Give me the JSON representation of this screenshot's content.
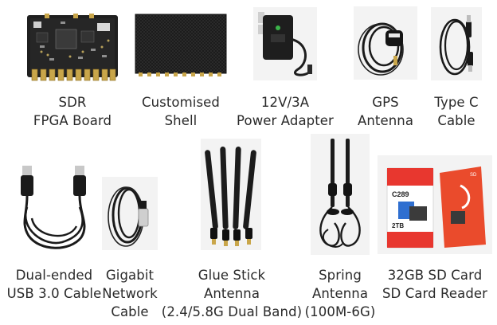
{
  "items": [
    {
      "id": "fpga-board",
      "icon": "circuit-board-icon",
      "lines": [
        "SDR",
        "FPGA Board"
      ]
    },
    {
      "id": "shell",
      "icon": "enclosure-shell-icon",
      "lines": [
        "Customised",
        "Shell"
      ]
    },
    {
      "id": "power-adapter",
      "icon": "power-adapter-icon",
      "lines": [
        "12V/3A",
        "Power Adapter"
      ]
    },
    {
      "id": "gps-antenna",
      "icon": "gps-antenna-icon",
      "lines": [
        "GPS",
        "Antenna"
      ]
    },
    {
      "id": "type-c-cable",
      "icon": "usb-cable-icon",
      "lines": [
        "Type C",
        "Cable"
      ]
    },
    {
      "id": "usb3-cable",
      "icon": "usb-cable-icon",
      "lines": [
        "Dual-ended",
        "USB 3.0 Cable"
      ]
    },
    {
      "id": "network-cable",
      "icon": "network-cable-icon",
      "lines": [
        "Gigabit",
        "Network",
        "Cable"
      ]
    },
    {
      "id": "glue-stick-antenna",
      "icon": "antenna-icon",
      "lines": [
        "Glue Stick",
        "Antenna",
        "(2.4/5.8G Dual Band)"
      ]
    },
    {
      "id": "spring-antenna",
      "icon": "antenna-icon",
      "lines": [
        "Spring",
        "Antenna",
        "(100M-6G)"
      ]
    },
    {
      "id": "sd-card",
      "icon": "sd-card-icon",
      "lines": [
        "32GB SD Card",
        "SD Card Reader"
      ]
    }
  ],
  "sd_card": {
    "brand_left": "C289",
    "capacity_left": "2TB",
    "brand_right": "SD"
  }
}
